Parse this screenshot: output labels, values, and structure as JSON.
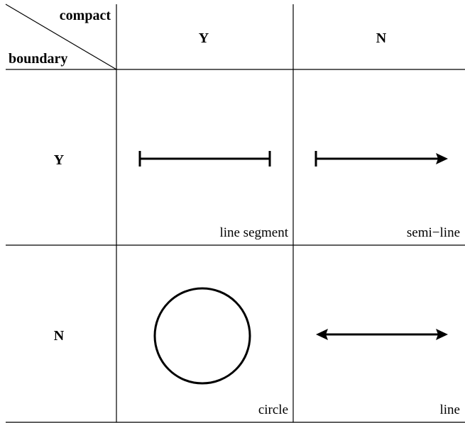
{
  "corner": {
    "column_axis_label": "compact",
    "row_axis_label": "boundary"
  },
  "columns": [
    {
      "label": "Y"
    },
    {
      "label": "N"
    }
  ],
  "rows": [
    {
      "label": "Y"
    },
    {
      "label": "N"
    }
  ],
  "cells": [
    {
      "row": 0,
      "col": 0,
      "shape": "line-segment",
      "label": "line segment"
    },
    {
      "row": 0,
      "col": 1,
      "shape": "semi-line",
      "label": "semi−line"
    },
    {
      "row": 1,
      "col": 0,
      "shape": "circle",
      "label": "circle"
    },
    {
      "row": 1,
      "col": 1,
      "shape": "line",
      "label": "line"
    }
  ],
  "colors": {
    "ink": "#000000",
    "background": "#ffffff"
  }
}
